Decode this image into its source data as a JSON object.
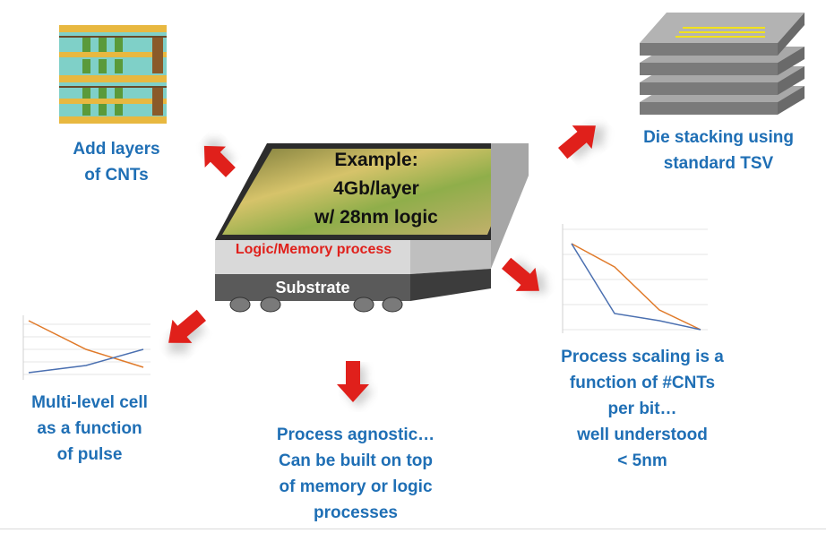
{
  "labels": {
    "add_layers": [
      "Add layers",
      "of CNTs"
    ],
    "die_stacking": [
      "Die stacking using",
      "standard TSV"
    ],
    "multi_level": [
      "Multi-level cell",
      "as a function",
      "of pulse"
    ],
    "agnostic": [
      "Process agnostic…",
      "Can be built on top",
      "of memory or logic",
      "processes"
    ],
    "scaling": [
      "Process scaling is a",
      "function of #CNTs",
      "per bit…",
      "well understood",
      "< 5nm"
    ]
  },
  "chip": {
    "example": [
      "Example:",
      "4Gb/layer",
      "w/ 28nm logic"
    ],
    "layer_label": "Logic/Memory process",
    "substrate_label": "Substrate"
  },
  "colors": {
    "label_blue": "#1f6fb5",
    "arrow_red": "#e0201b",
    "series_orange": "#e07a2a",
    "series_blue": "#4a6fb0"
  }
}
